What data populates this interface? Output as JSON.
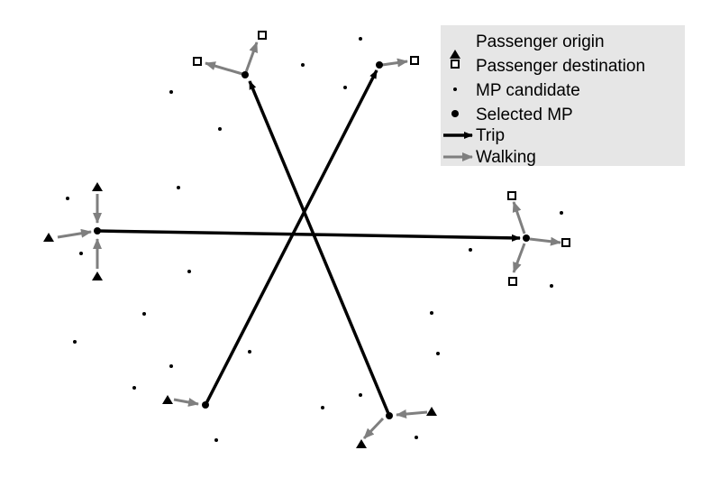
{
  "legend": {
    "items": [
      {
        "key": "passenger-origin",
        "label": "Passenger origin",
        "symbol": "triangle"
      },
      {
        "key": "passenger-destination",
        "label": "Passenger destination",
        "symbol": "square"
      },
      {
        "key": "mp-candidate",
        "label": "MP candidate",
        "symbol": "small-dot"
      },
      {
        "key": "selected-mp",
        "label": "Selected MP",
        "symbol": "dot"
      },
      {
        "key": "trip",
        "label": "Trip",
        "symbol": "black-arrow"
      },
      {
        "key": "walking",
        "label": "Walking",
        "symbol": "gray-arrow"
      }
    ]
  },
  "colors": {
    "trip": "#000000",
    "walking": "#7f7f7f",
    "legend_background": "#e6e6e6"
  }
}
